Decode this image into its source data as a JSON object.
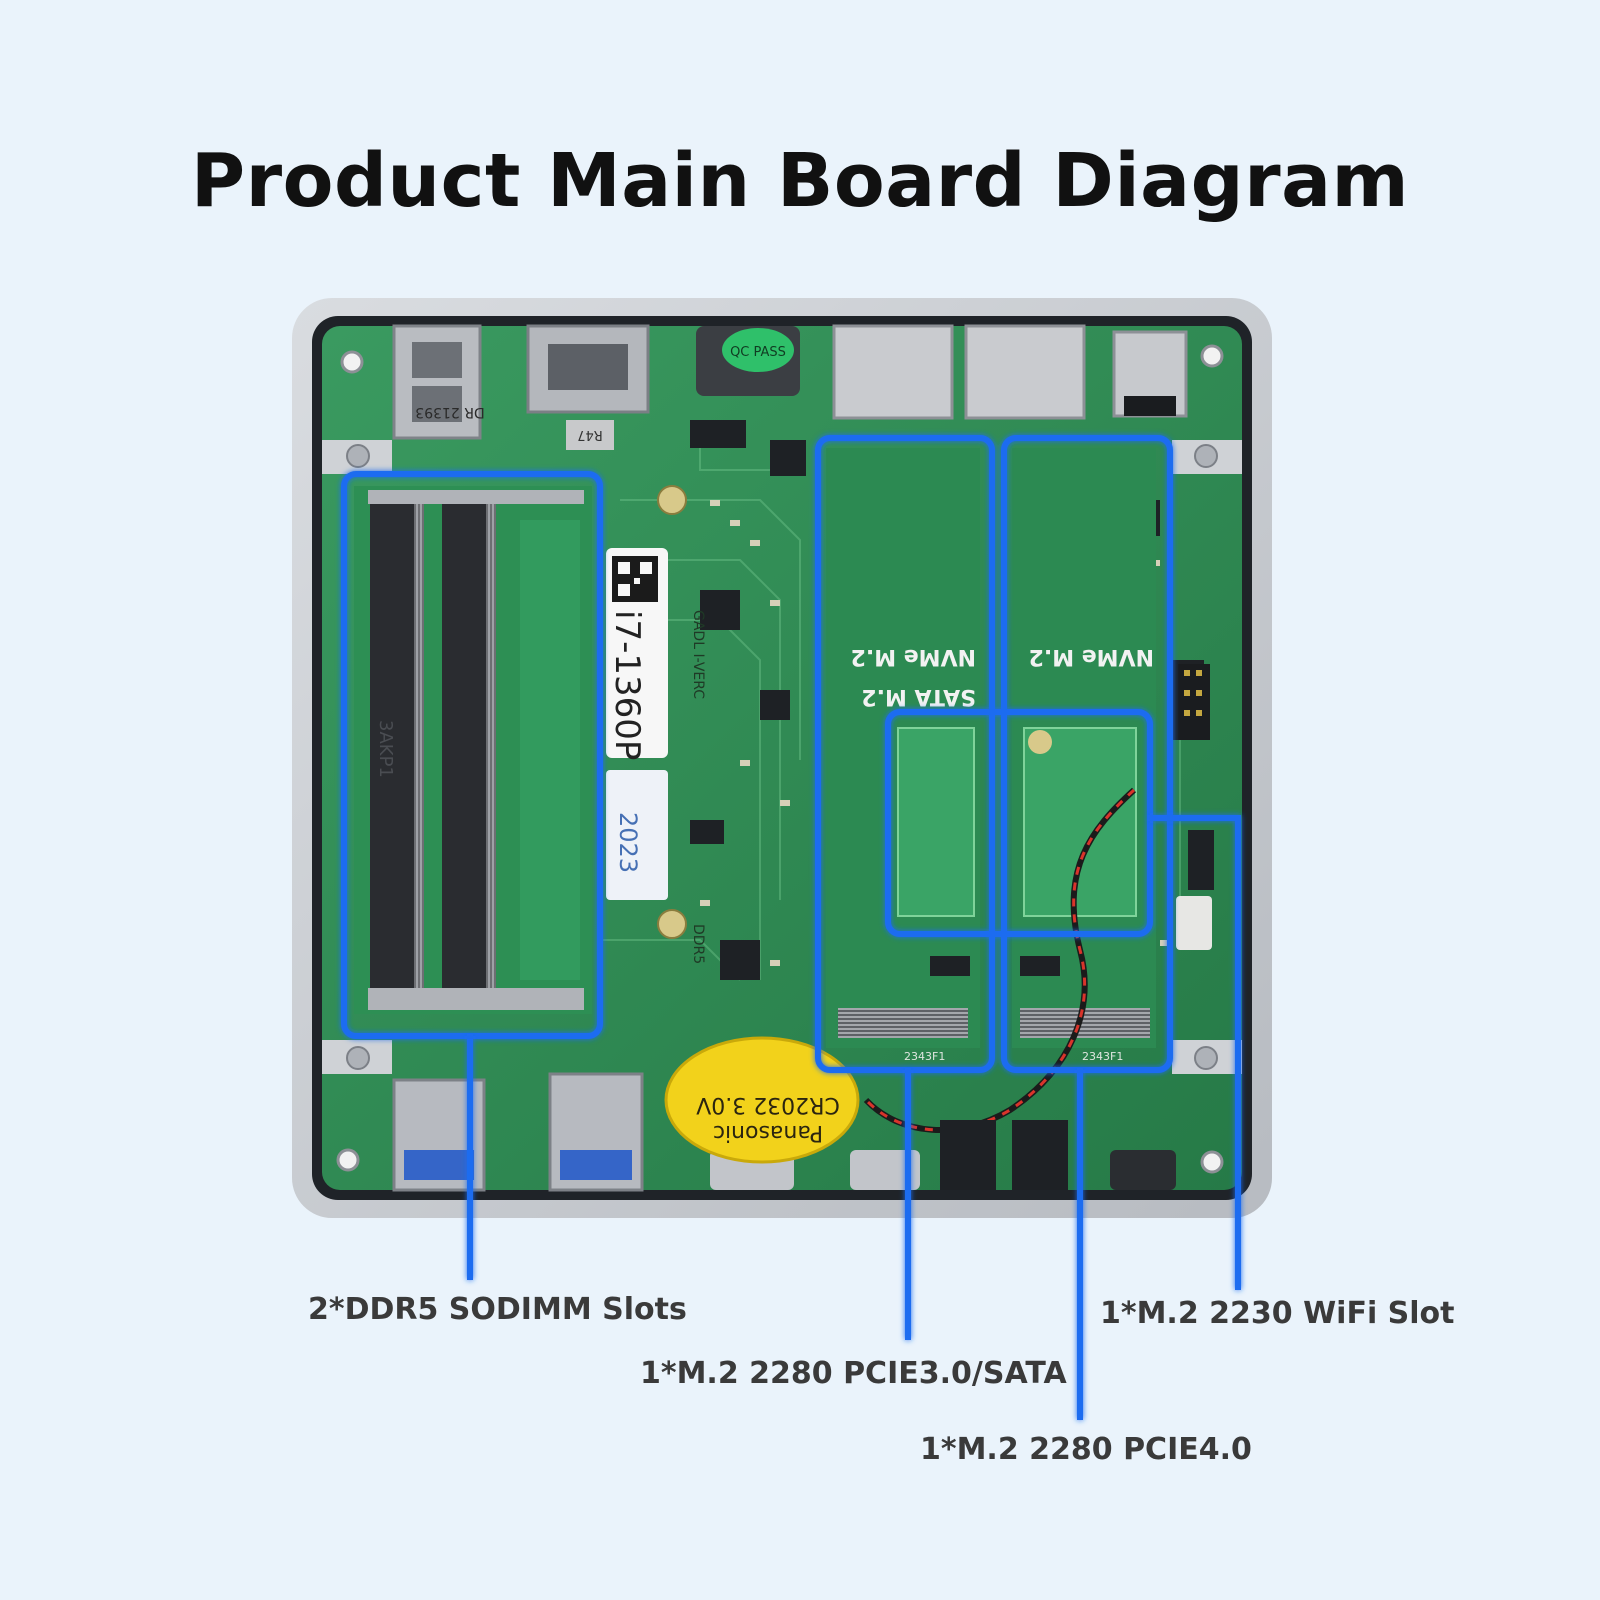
{
  "title": "Product Main Board Diagram",
  "board": {
    "cpu_label": "i7-1360P",
    "board_model": "GADL I-VERC",
    "year_label": "2023",
    "memory_marking": "DDR5",
    "slot_marking": "3AKP1",
    "usb_marking": "DR 21393",
    "resistor_marking": "R47",
    "qc_label": "QC PASS",
    "battery_lines": [
      "CR2032 3.0V",
      "Panasonic"
    ],
    "slot_labels": [
      "NVMe M.2",
      "SATA M.2",
      "NVMe M.2"
    ],
    "connector_code": "2343F1"
  },
  "callouts": {
    "ddr5": "2*DDR5 SODIMM Slots",
    "wifi": "1*M.2 2230 WiFi Slot",
    "pcie3": "1*M.2 2280 PCIE3.0/SATA",
    "pcie4": "1*M.2 2280 PCIE4.0"
  },
  "colors": {
    "background": "#eaf3fb",
    "pcb": "#2f8f55",
    "highlight": "#1e6cf0",
    "chassis": "#c9ccd1"
  }
}
